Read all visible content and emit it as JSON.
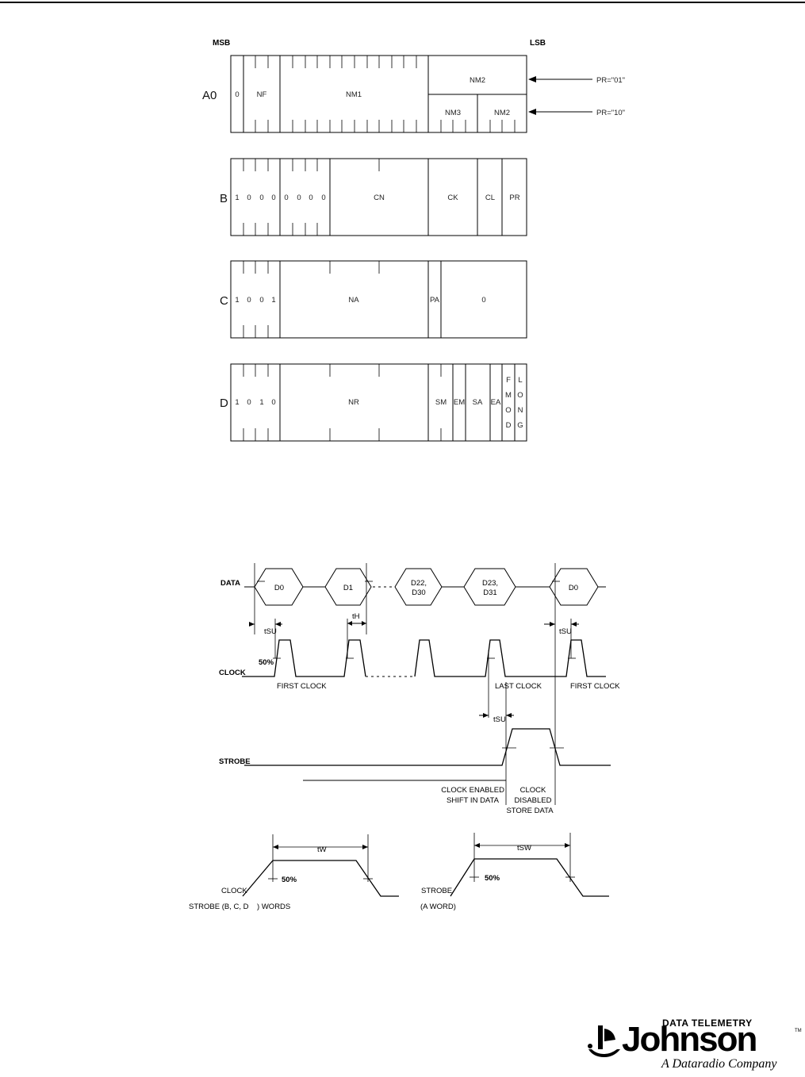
{
  "header": {
    "msb_label": "MSB",
    "lsb_label": "LSB"
  },
  "registers": {
    "a0": {
      "name": "A0",
      "fields": [
        "0",
        "NF",
        "NM1",
        "NM2",
        "NM3",
        "NM2"
      ],
      "arrows": [
        "PR=\"01\"",
        "PR=\"10\""
      ]
    },
    "b": {
      "name": "B",
      "bits": [
        "1",
        "0",
        "0",
        "0",
        "0",
        "0",
        "0",
        "0"
      ],
      "fields": [
        "CN",
        "CK",
        "CL",
        "PR"
      ]
    },
    "c": {
      "name": "C",
      "bits": [
        "1",
        "0",
        "0",
        "1"
      ],
      "fields": [
        "NA",
        "PA",
        "0"
      ]
    },
    "d": {
      "name": "D",
      "bits": [
        "1",
        "0",
        "1",
        "0"
      ],
      "fields": [
        "NR",
        "SM",
        "EM",
        "SA",
        "EA"
      ],
      "stacked": {
        "fmod": [
          "F",
          "M",
          "O",
          "D"
        ],
        "long": [
          "L",
          "O",
          "N",
          "G"
        ]
      }
    }
  },
  "timing": {
    "signals": [
      "DATA",
      "CLOCK",
      "STROBE"
    ],
    "data_words": [
      "D0",
      "D1",
      "D22,",
      "D30",
      "D23,",
      "D31",
      "D0"
    ],
    "tsu": "tSU",
    "th": "tH",
    "tw": "tW",
    "tsw": "tSW",
    "fifty": "50%",
    "clock_labels": [
      "FIRST CLOCK",
      "LAST CLOCK",
      "FIRST CLOCK"
    ],
    "clock_enabled": [
      "CLOCK ENABLED",
      "SHIFT IN DATA"
    ],
    "clock_disabled": [
      "CLOCK",
      "DISABLED",
      "STORE DATA"
    ],
    "pulse_clock": "CLOCK",
    "pulse_clock_sub": "STROBE (B, C, D    ) WORDS",
    "pulse_strobe": "STROBE",
    "pulse_strobe_sub": "(A WORD)"
  },
  "logo": {
    "tagline_top": "DATA TELEMETRY",
    "name": "Johnson",
    "tm": "TM",
    "tagline": "A Dataradio Company"
  }
}
